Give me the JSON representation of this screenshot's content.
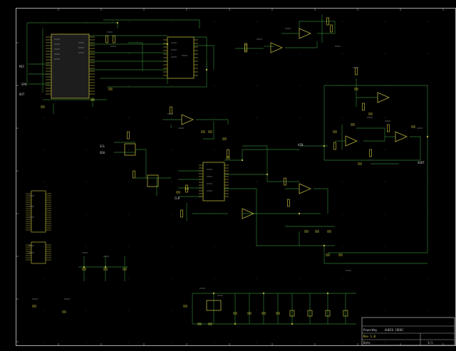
{
  "colors": {
    "background": "#000000",
    "frame": "#a8a8a8",
    "grid": "#4a4a4a",
    "wire": "#2f7a2f",
    "component": "#b6b03a",
    "label": "#c8c8c8",
    "label_accent": "#e0d24a",
    "ic_fill": "#1d1d1d"
  },
  "title_block": {
    "line1": "PowerWay",
    "line2": "AUDIO CODEC",
    "line3": "Rev 1.0",
    "line4": "Date",
    "sheet": "1/1"
  },
  "net_labels": {
    "left_1": "MIC",
    "left_2": "SPK",
    "left_3": "OUT",
    "mid_1": "SCL",
    "mid_2": "SDA",
    "mid_3": "CLK",
    "right_1": "AOUT",
    "right_2": "AIN"
  }
}
